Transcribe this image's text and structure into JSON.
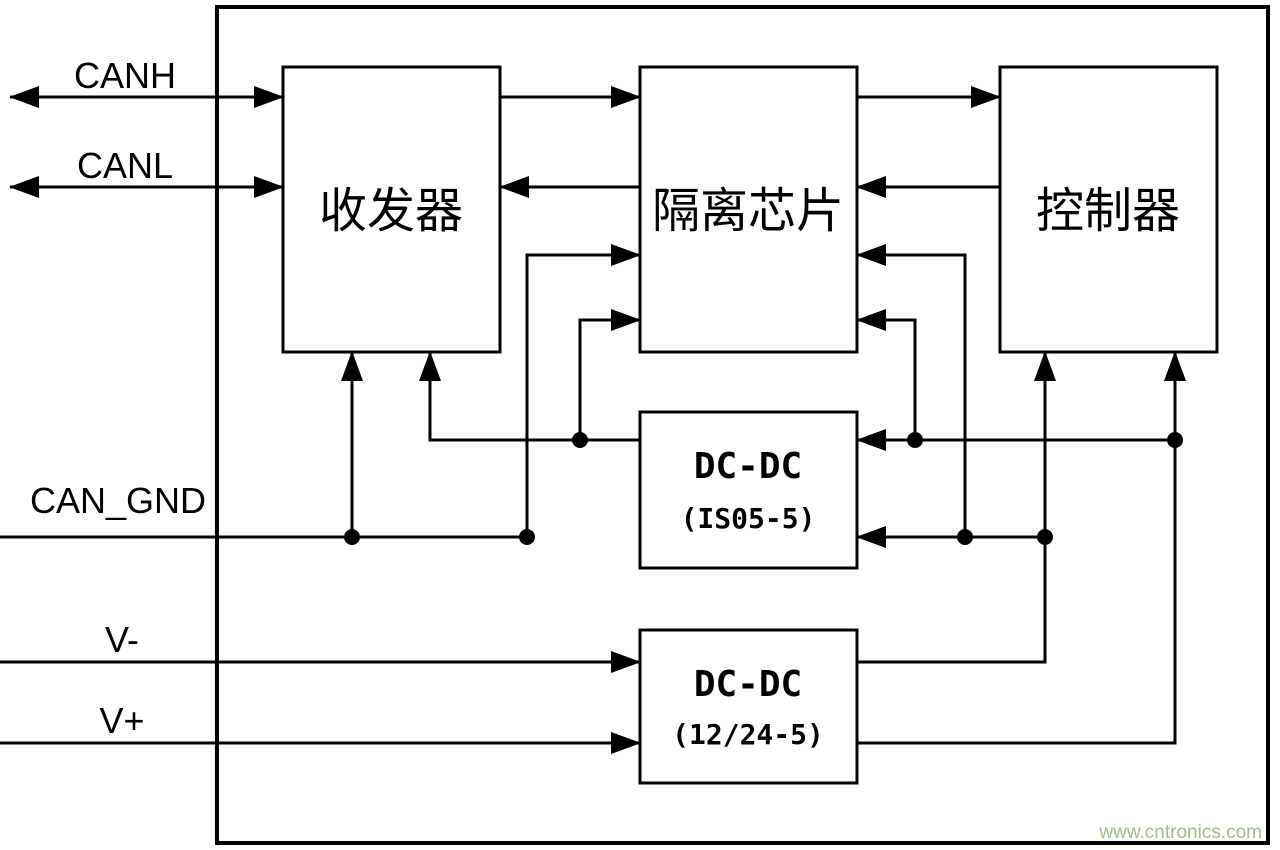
{
  "diagram": {
    "blocks": {
      "transceiver": {
        "label": "收发器"
      },
      "isolation": {
        "label": "隔离芯片"
      },
      "controller": {
        "label": "控制器"
      },
      "dcdc_iso": {
        "label": "DC-DC",
        "sublabel": "(IS05-5)"
      },
      "dcdc_main": {
        "label": "DC-DC",
        "sublabel": "(12/24-5)"
      }
    },
    "ports": {
      "canh": "CANH",
      "canl": "CANL",
      "can_gnd": "CAN_GND",
      "v_minus": "V-",
      "v_plus": "V+"
    },
    "watermark": {
      "text": "www.cntronics.com",
      "color": "#9dbf86"
    },
    "colors": {
      "line": "#000000",
      "background": "#ffffff"
    }
  }
}
